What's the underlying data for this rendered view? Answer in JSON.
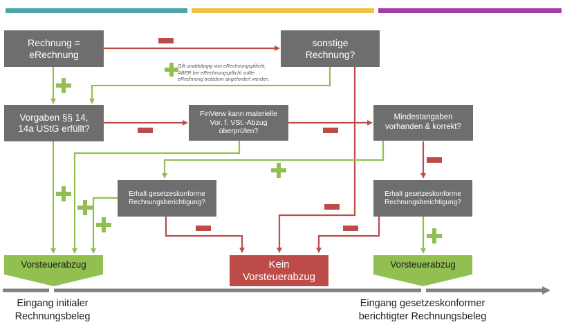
{
  "colors": {
    "bar_teal": "#4aa6a6",
    "bar_yellow": "#f1c241",
    "bar_purple": "#a73aa6",
    "box_gray": "#6e6e6e",
    "decision_red": "#bd4b47",
    "positive_green": "#91c050",
    "timeline_gray": "#808080"
  },
  "nodes": {
    "rechnung_erechnung": "Rechnung =\neRechnung",
    "sonstige_rechnung": "sonstige\nRechnung?",
    "vorgaben": "Vorgaben §§ 14,\n14a UStG erfüllt?",
    "finverw": "FinVerw kann materielle\nVor. f. VSt.-Abzug\nüberprüfen?",
    "mindestangaben": "Mindestangaben\nvorhanden & korrekt?",
    "berichtigung_left": "Erhalt gesetzeskonforme\nRechnungsberichtigung?",
    "berichtigung_right": "Erhalt gesetzeskonforme\nRechnungsberichtigung?"
  },
  "note": "Gilt unabhängig von eRechnungspflicht,\nABER bei eRechnungspflicht sollte\neRechnung trotzdem angefordert werden.",
  "outcomes": {
    "vorsteuerabzug_left": "Vorsteuerabzug",
    "kein_vorsteuerabzug": "Kein\nVorsteuerabzug",
    "vorsteuerabzug_right": "Vorsteuerabzug"
  },
  "timeline": {
    "left_label": "Eingang initialer\nRechnungsbeleg",
    "right_label": "Eingang gesetzeskonformer\nberichtigter Rechnungsbeleg"
  },
  "signs": {
    "plus_icon": "plus-icon",
    "minus_icon": "minus-icon"
  }
}
